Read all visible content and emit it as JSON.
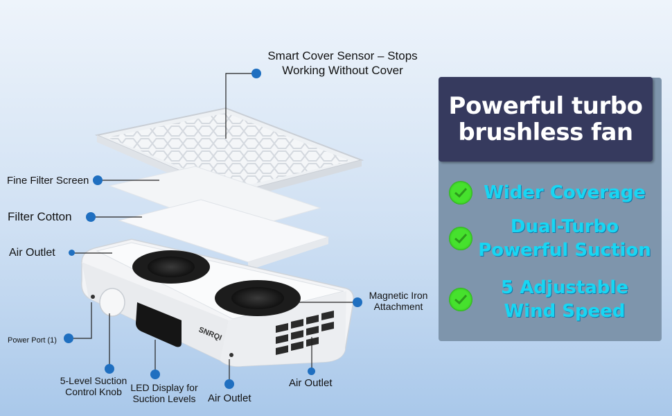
{
  "callouts": {
    "smart_cover": "Smart Cover Sensor – Stops\nWorking Without Cover",
    "fine_filter": "Fine Filter Screen",
    "filter_cotton": "Filter Cotton",
    "air_outlet_top": "Air Outlet",
    "magnetic": "Magnetic Iron\nAttachment",
    "power_port": "Power Port (1)",
    "knob": "5-Level Suction\nControl Knob",
    "led": "LED Display for\nSuction Levels",
    "air_outlet_bottom": "Air Outlet",
    "air_outlet_right": "Air Outlet"
  },
  "device": {
    "brand": "SNRQI"
  },
  "panel": {
    "title": "Powerful turbo\nbrushless fan",
    "features": [
      {
        "text": "Wider Coverage",
        "icon": "checkmark-icon"
      },
      {
        "text": "Dual-Turbo\nPowerful Suction",
        "icon": "checkmark-icon"
      },
      {
        "text": "5 Adjustable\nWind Speed",
        "icon": "checkmark-icon"
      }
    ]
  },
  "colors": {
    "panel_head": "#363a5e",
    "panel_body": "#7e95ac",
    "feature_text": "#18d6f3",
    "check": "#46e12d",
    "dot": "#1f6fc0"
  }
}
